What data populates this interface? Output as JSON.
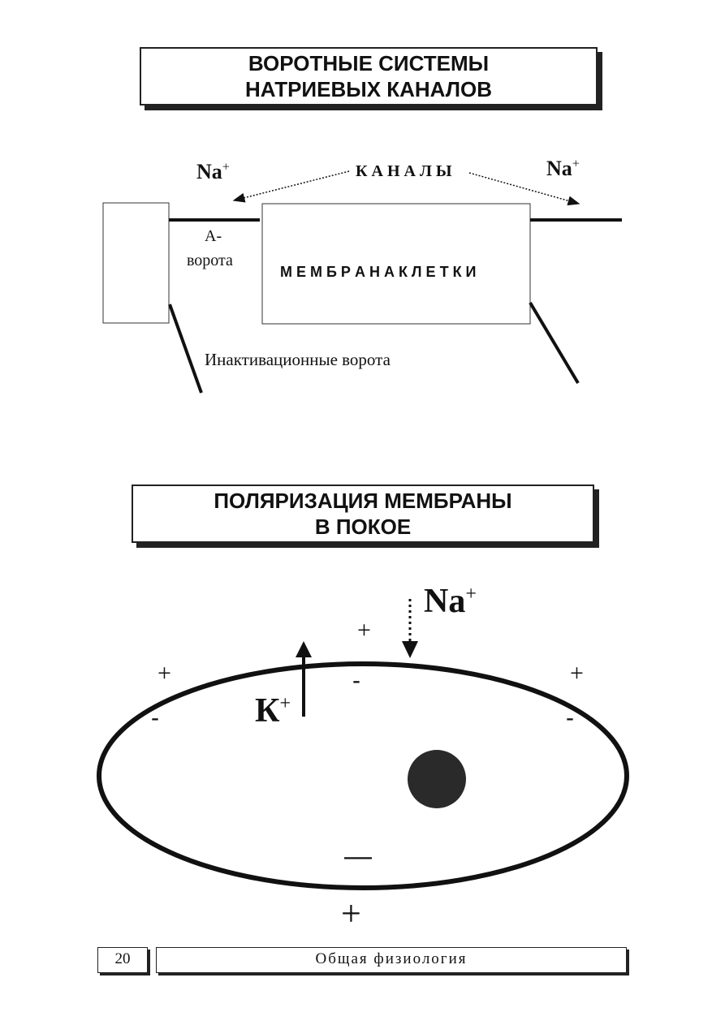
{
  "diagram1": {
    "title_line1": "ВОРОТНЫЕ СИСТЕМЫ",
    "title_line2": "НАТРИЕВЫХ КАНАЛОВ",
    "na_left": "Na",
    "na_right": "Na",
    "na_charge": "+",
    "channels_label": "К А Н А Л Ы",
    "a_gate_line1": "А-",
    "a_gate_line2": "ворота",
    "membrane_label": "М Е М Б Р А Н А   К Л Е Т К И",
    "inactivation_label": "Инактивационные  ворота"
  },
  "diagram2": {
    "title_line1": "ПОЛЯРИЗАЦИЯ МЕМБРАНЫ",
    "title_line2": "В ПОКОЕ",
    "na_label": "Na",
    "k_label": "К",
    "charge_plus": "+",
    "charge_minus": "-",
    "charge_minus_long": "—"
  },
  "footer": {
    "page_number": "20",
    "section_title": "Общая физиология"
  }
}
